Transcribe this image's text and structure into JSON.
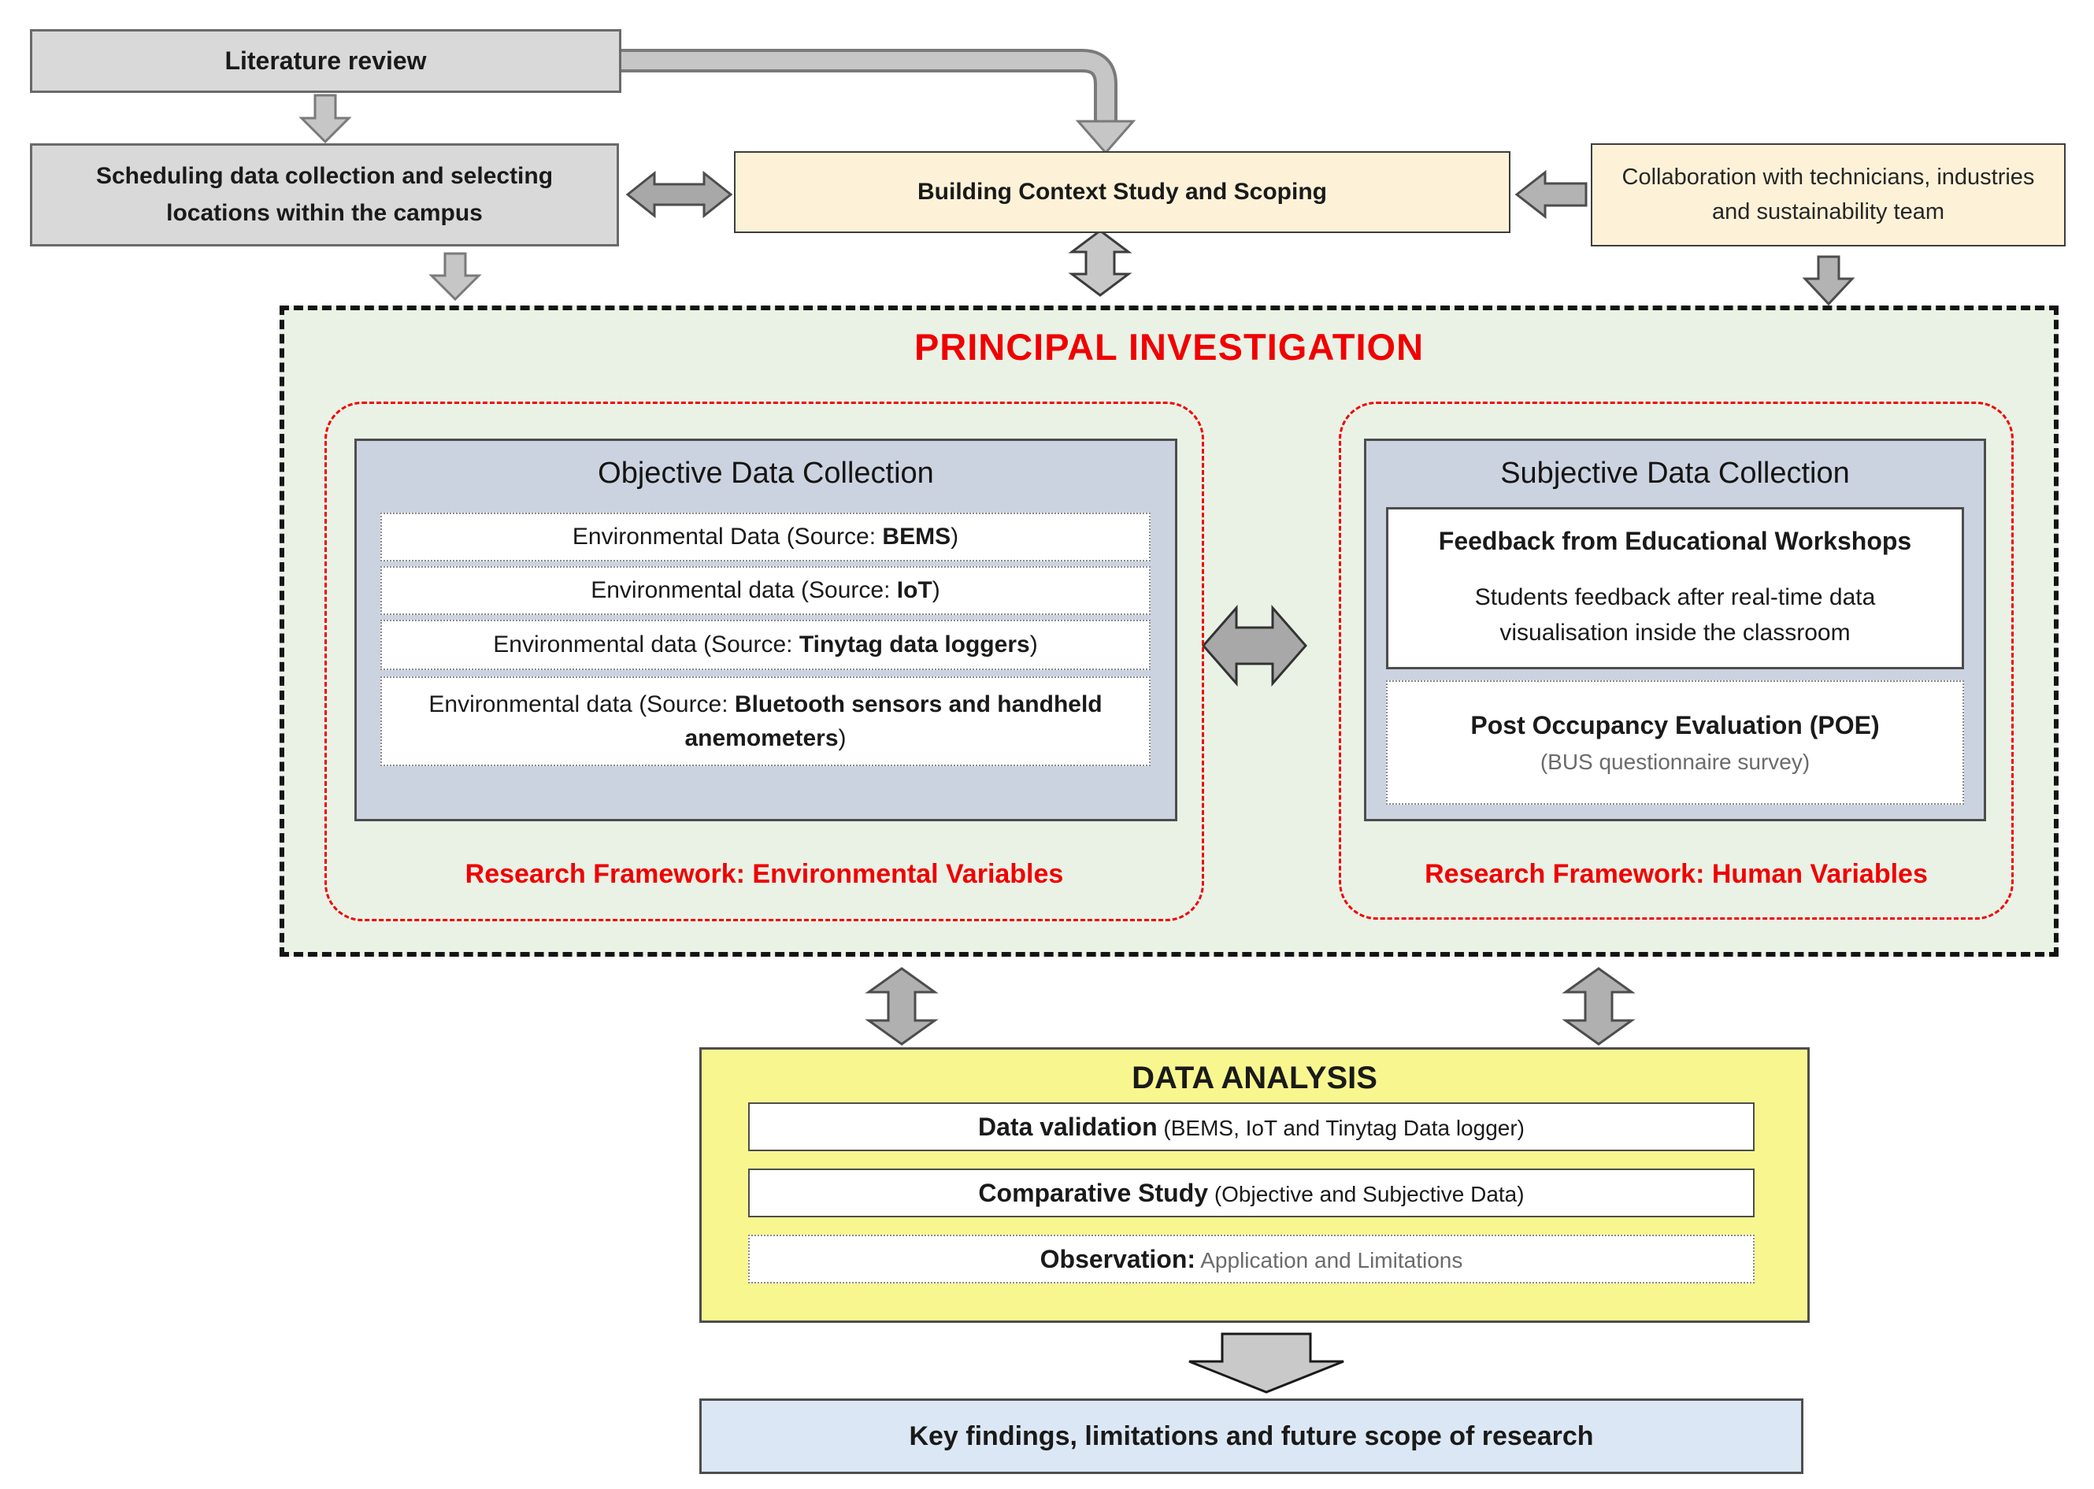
{
  "literature": {
    "label": "Literature review"
  },
  "scheduling": {
    "label": "Scheduling data collection and selecting locations within the campus"
  },
  "building_context": {
    "label": "Building Context Study and Scoping"
  },
  "collaboration": {
    "label": "Collaboration with technicians, industries and sustainability team"
  },
  "principal": {
    "title": "PRINCIPAL INVESTIGATION",
    "objective": {
      "title": "Objective Data Collection",
      "items": [
        {
          "prefix": "Environmental Data (Source: ",
          "bold": "BEMS",
          "suffix": ")"
        },
        {
          "prefix": "Environmental data (Source: ",
          "bold": "IoT",
          "suffix": ")"
        },
        {
          "prefix": "Environmental data (Source: ",
          "bold": "Tinytag data loggers",
          "suffix": ")"
        },
        {
          "prefix": "Environmental data (Source: ",
          "bold": "Bluetooth sensors and handheld anemometers",
          "suffix": ")"
        }
      ],
      "framework": "Research Framework: Environmental Variables"
    },
    "subjective": {
      "title": "Subjective Data Collection",
      "workshop": {
        "title": "Feedback from Educational Workshops",
        "body": "Students feedback after real-time data visualisation inside the classroom"
      },
      "poe": {
        "title": "Post Occupancy Evaluation (POE)",
        "subtitle": "(BUS questionnaire survey)"
      },
      "framework": "Research Framework: Human Variables"
    }
  },
  "data_analysis": {
    "title": "DATA ANALYSIS",
    "rows": [
      {
        "bold": "Data validation",
        "rest": " (BEMS, IoT and Tinytag Data logger)"
      },
      {
        "bold": "Comparative Study",
        "rest": " (Objective and Subjective Data)"
      },
      {
        "bold": "Observation:",
        "rest": " Application and Limitations"
      }
    ]
  },
  "conclusion": {
    "label": "Key findings, limitations and future scope of research"
  },
  "colors": {
    "gray_box": "#d9d9d9",
    "cream_box": "#fdf2d8",
    "green_panel": "#eaf2e6",
    "blue_panel": "#ccd3e0",
    "yellow_panel": "#f8f78f",
    "blue_footer": "#dbe7f4",
    "accent_red": "#f00000",
    "arrow_gray": "#b3b3b3"
  }
}
